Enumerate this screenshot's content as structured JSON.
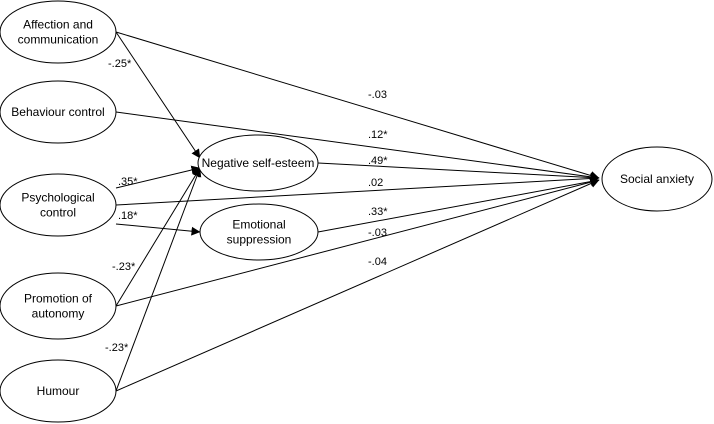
{
  "diagram": {
    "nodes": {
      "affection": {
        "lines": [
          "Affection and",
          "communication"
        ]
      },
      "behaviour": {
        "lines": [
          "Behaviour control"
        ]
      },
      "psychological": {
        "lines": [
          "Psychological",
          "control"
        ]
      },
      "promotion": {
        "lines": [
          "Promotion of",
          "autonomy"
        ]
      },
      "humour": {
        "lines": [
          "Humour"
        ]
      },
      "negative": {
        "lines": [
          "Negative self-esteem"
        ]
      },
      "emotional": {
        "lines": [
          "Emotional",
          "suppression"
        ]
      },
      "social": {
        "lines": [
          "Social anxiety"
        ]
      }
    },
    "edges": [
      {
        "id": "affection-social",
        "from": "affection",
        "to": "social",
        "label": "-.03"
      },
      {
        "id": "affection-negative",
        "from": "affection",
        "to": "negative",
        "label": "-.25*"
      },
      {
        "id": "behaviour-social",
        "from": "behaviour",
        "to": "social",
        "label": ".12*"
      },
      {
        "id": "negative-social",
        "from": "negative",
        "to": "social",
        "label": ".49*"
      },
      {
        "id": "psychological-social",
        "from": "psychological",
        "to": "social",
        "label": ".02"
      },
      {
        "id": "psychological-negative",
        "from": "psychological",
        "to": "negative",
        "label": ".35*"
      },
      {
        "id": "psychological-emotional",
        "from": "psychological",
        "to": "emotional",
        "label": ".18*"
      },
      {
        "id": "emotional-social",
        "from": "emotional",
        "to": "social",
        "label": ".33*"
      },
      {
        "id": "promotion-social",
        "from": "promotion",
        "to": "social",
        "label": "-.03"
      },
      {
        "id": "promotion-negative",
        "from": "promotion",
        "to": "negative",
        "label": "-.23*"
      },
      {
        "id": "humour-social",
        "from": "humour",
        "to": "social",
        "label": "-.04"
      },
      {
        "id": "humour-negative",
        "from": "humour",
        "to": "negative",
        "label": "-.23*"
      }
    ]
  }
}
